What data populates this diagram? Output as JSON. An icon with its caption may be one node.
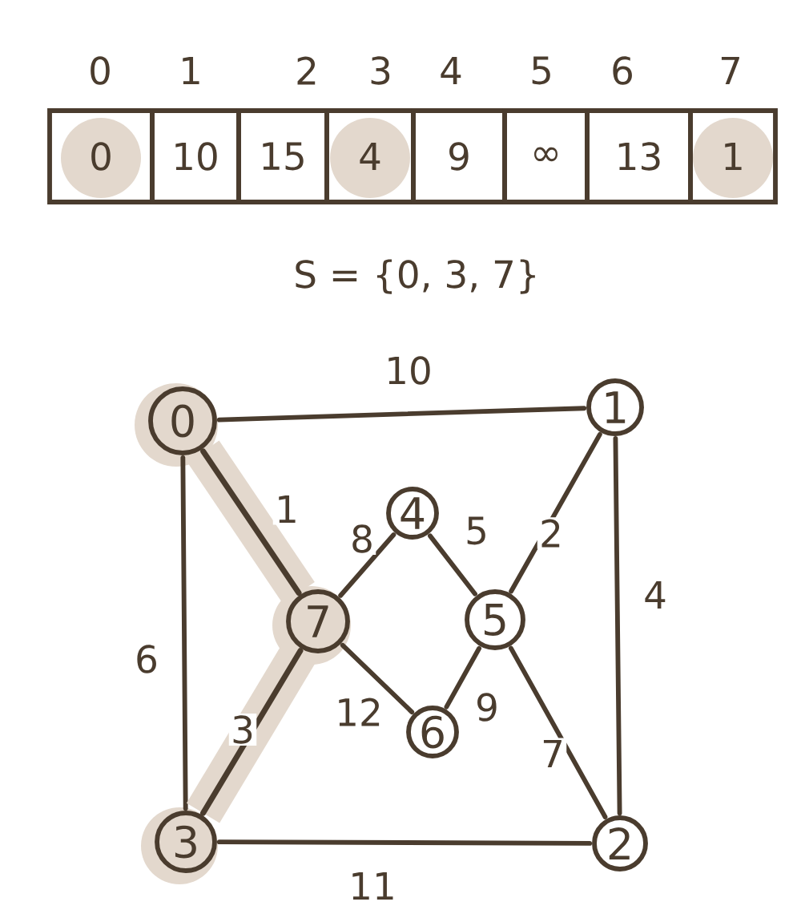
{
  "diagram": {
    "nodes": [
      {
        "text": [
          "0"
        ],
        "beside": [
          "0"
        ]
      },
      {
        "text": [
          "10"
        ],
        "beside": [
          "1"
        ]
      },
      {
        "text": [
          "15"
        ],
        "beside": [
          "2"
        ]
      },
      {
        "text": [
          "4"
        ],
        "beside": [
          "3"
        ]
      },
      {
        "text": [
          "9"
        ],
        "beside": [
          "4"
        ]
      },
      {
        "text": [
          "∞"
        ],
        "beside": [
          "5"
        ]
      },
      {
        "text": [
          "13"
        ],
        "beside": [
          "6"
        ]
      },
      {
        "text": [
          "1"
        ],
        "beside": [
          "7"
        ]
      },
      {
        "text": [
          "0"
        ]
      },
      {
        "text": [
          "1"
        ]
      },
      {
        "text": [
          "2"
        ]
      },
      {
        "text": [
          "3"
        ]
      },
      {
        "text": [
          "4"
        ]
      },
      {
        "text": [
          "5"
        ]
      },
      {
        "text": [
          "6"
        ]
      },
      {
        "text": [
          "7"
        ]
      }
    ],
    "edges": [
      {
        "from": 8,
        "to": 9,
        "arrow": "none",
        "label": "10"
      },
      {
        "from": 8,
        "to": 15,
        "arrow": "none",
        "label": "1",
        "style": "thick",
        "color": "#e3d8cd"
      },
      {
        "from": 8,
        "to": 11,
        "arrow": "none",
        "label": "6"
      },
      {
        "from": 15,
        "to": 12,
        "arrow": "none",
        "label": "8"
      },
      {
        "from": 12,
        "to": 13,
        "arrow": "none",
        "label": "5"
      },
      {
        "from": 13,
        "to": 9,
        "arrow": "none",
        "label": "2"
      },
      {
        "from": 9,
        "to": 10,
        "arrow": "none",
        "label": "4"
      },
      {
        "from": 15,
        "to": 14,
        "arrow": "none",
        "label": "12"
      },
      {
        "from": 14,
        "to": 13,
        "arrow": "none",
        "label": "9"
      },
      {
        "from": 13,
        "to": 10,
        "arrow": "none",
        "label": "7"
      },
      {
        "from": 15,
        "to": 11,
        "arrow": "none",
        "label": "3",
        "style": "thick",
        "color": "#e3d8cd"
      },
      {
        "from": 11,
        "to": 10,
        "arrow": "none",
        "label": "11"
      }
    ],
    "labels": [
      "S = {0, 3, 7}"
    ]
  }
}
